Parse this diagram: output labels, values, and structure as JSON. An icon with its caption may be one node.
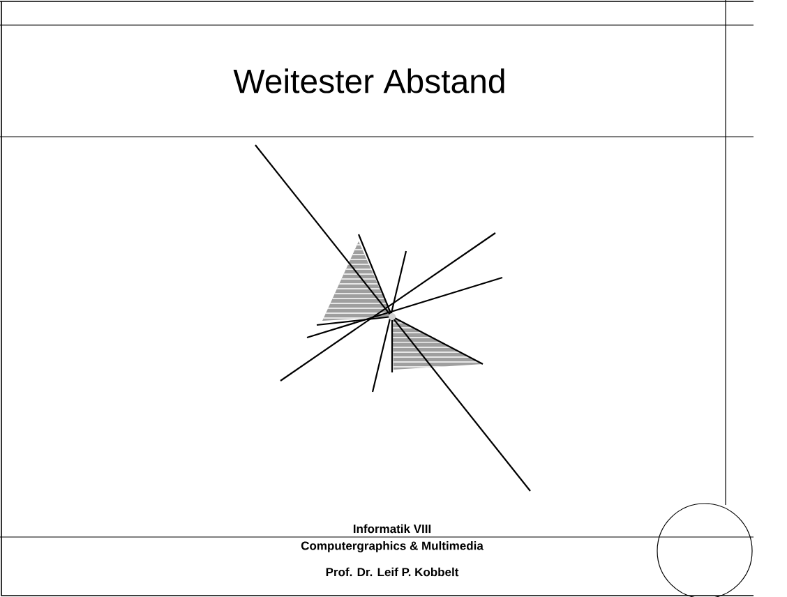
{
  "diagram": {
    "title": "Weitester Abstand",
    "labels": [
      "Informatik VIII",
      "Computergraphics & Multimedia",
      "Prof. Dr. Leif P. Kobbelt"
    ]
  }
}
